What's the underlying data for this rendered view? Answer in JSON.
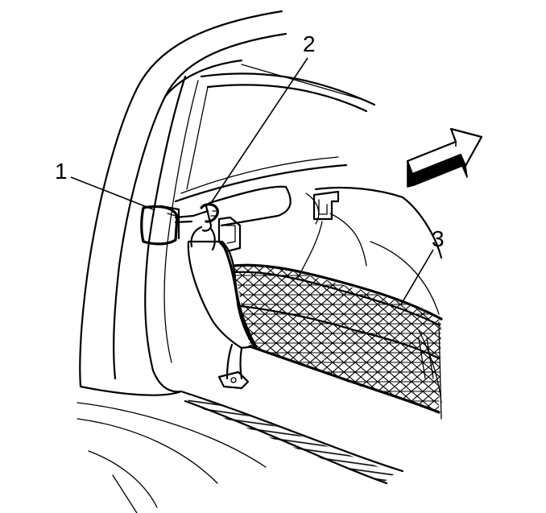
{
  "diagram": {
    "callouts": [
      {
        "id": "1",
        "label": "1"
      },
      {
        "id": "2",
        "label": "2"
      },
      {
        "id": "3",
        "label": "3"
      }
    ],
    "icons": {
      "direction_arrow": "forward-direction-arrow-icon"
    },
    "colors": {
      "ink": "#000000",
      "paper": "#ffffff"
    }
  }
}
